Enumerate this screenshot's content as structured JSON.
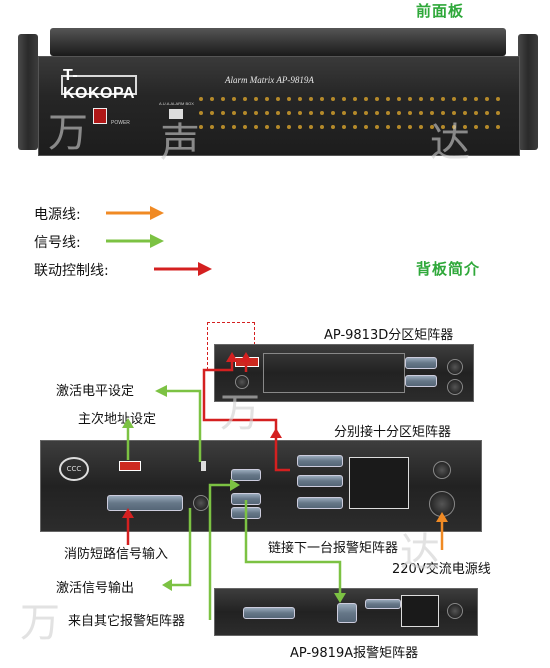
{
  "header": {
    "front_title": "前面板",
    "back_title": "背板简介"
  },
  "front_panel": {
    "brand": "T-KOKOPA",
    "model": "Alarm Matrix  AP-9819A",
    "power_label": "POWER",
    "zone_label": "A.U.A.ALARM BOX"
  },
  "legend": {
    "items": [
      {
        "label": "电源线:",
        "color": "#f08a24"
      },
      {
        "label": "信号线:",
        "color": "#7cc243"
      },
      {
        "label": "联动控制线:",
        "color": "#d42020"
      }
    ]
  },
  "back": {
    "top_device": "AP-9813D分区矩阵器",
    "bottom_device": "AP-9819A报警矩阵器",
    "annotations": {
      "activate_level": "激活电平设定",
      "address": "主次地址设定",
      "zone_connect": "分别接十分区矩阵器",
      "fire_input": "消防短路信号输入",
      "chain_next": "链接下一台报警矩阵器",
      "ac_power": "220V交流电源线",
      "activate_output": "激活信号输出",
      "from_other": "来自其它报警矩阵器"
    }
  },
  "watermarks": [
    "万",
    "声",
    "达"
  ],
  "colors": {
    "power": "#f08a24",
    "signal": "#7cc243",
    "control": "#d42020",
    "title_green": "#2fa83a"
  }
}
